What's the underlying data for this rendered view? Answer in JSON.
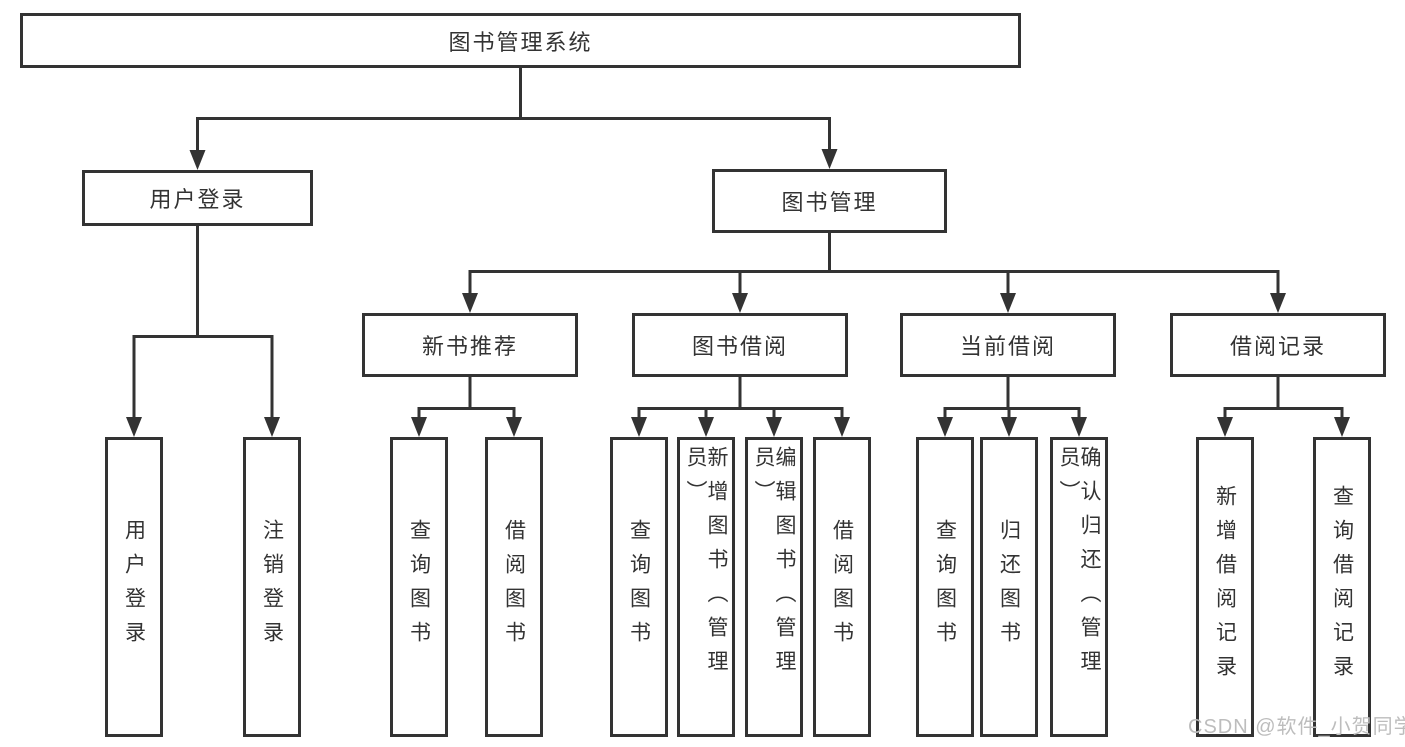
{
  "watermark": "CSDN @软件_小贺同学",
  "colors": {
    "line": "#333333",
    "text": "#333333",
    "box_border": "#333333",
    "background": "#ffffff",
    "watermark": "#bdbdbd"
  },
  "tree": {
    "label": "图书管理系统",
    "children": [
      {
        "label": "用户登录",
        "children": [
          {
            "label": "用户登录"
          },
          {
            "label": "注销登录"
          }
        ]
      },
      {
        "label": "图书管理",
        "children": [
          {
            "label": "新书推荐",
            "children": [
              {
                "label": "查询图书"
              },
              {
                "label": "借阅图书"
              }
            ]
          },
          {
            "label": "图书借阅",
            "children": [
              {
                "label": "查询图书"
              },
              {
                "label": "新增图书（管理员）"
              },
              {
                "label": "编辑图书（管理员）"
              },
              {
                "label": "借阅图书"
              }
            ]
          },
          {
            "label": "当前借阅",
            "children": [
              {
                "label": "查询图书"
              },
              {
                "label": "归还图书"
              },
              {
                "label": "确认归还（管理员）"
              }
            ]
          },
          {
            "label": "借阅记录",
            "children": [
              {
                "label": "新增借阅记录"
              },
              {
                "label": "查询借阅记录"
              }
            ]
          }
        ]
      }
    ]
  }
}
